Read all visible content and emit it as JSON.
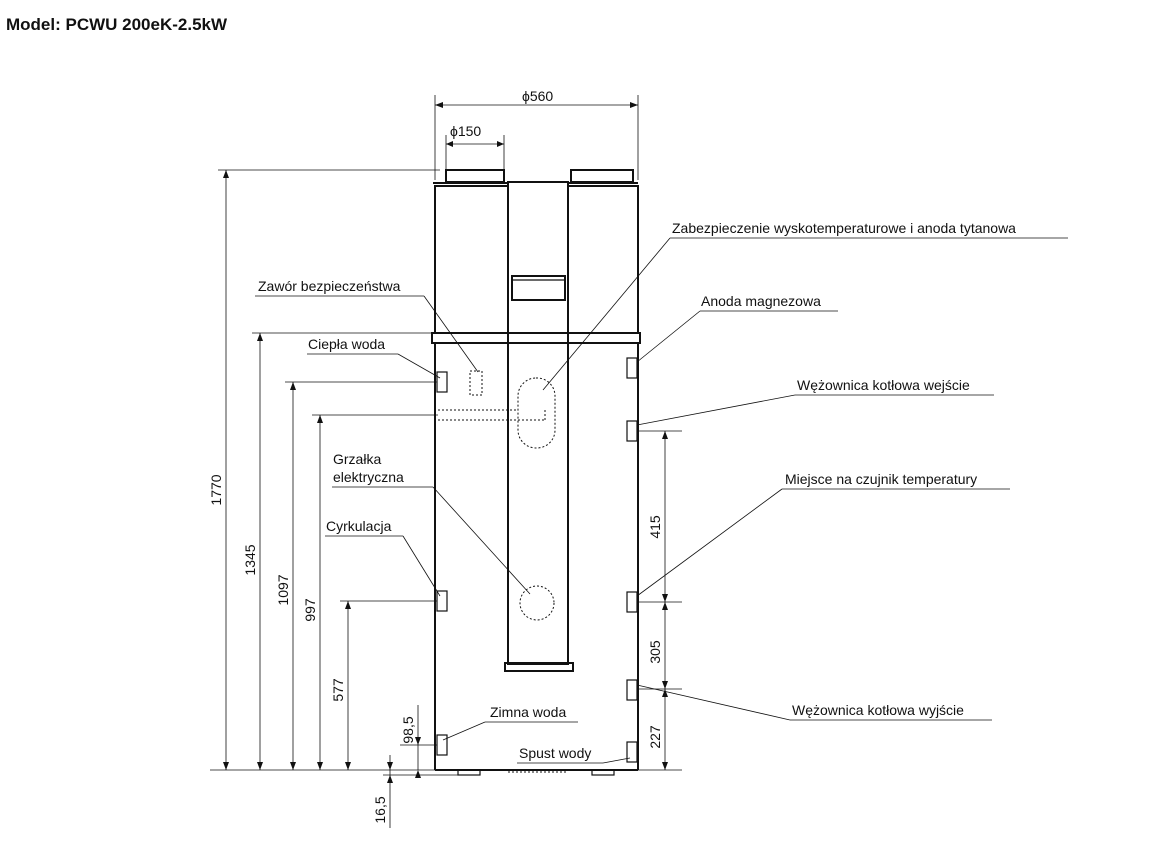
{
  "title": "Model: PCWU 200eK-2.5kW",
  "dimensions": {
    "top_width": "ϕ560",
    "duct_diameter": "ϕ150",
    "total_height": "1770",
    "h1345": "1345",
    "h1097": "1097",
    "h997": "997",
    "h577": "577",
    "h98_5": "98,5",
    "h16_5": "16,5",
    "r415": "415",
    "r305": "305",
    "r227": "227"
  },
  "labels": {
    "high_temp_protection": "Zabezpieczenie wyskotemperaturowe i anoda tytanowa",
    "safety_valve": "Zawór bezpieczeństwa",
    "magnesium_anode": "Anoda magnezowa",
    "hot_water": "Ciepła woda",
    "coil_inlet": "Wężownica kotłowa wejście",
    "heater_line1": "Grzałka",
    "heater_line2": "elektryczna",
    "sensor_place": "Miejsce na czujnik temperatury",
    "circulation": "Cyrkulacja",
    "cold_water": "Zimna woda",
    "drain": "Spust wody",
    "coil_outlet": "Wężownica kotłowa wyjście"
  }
}
